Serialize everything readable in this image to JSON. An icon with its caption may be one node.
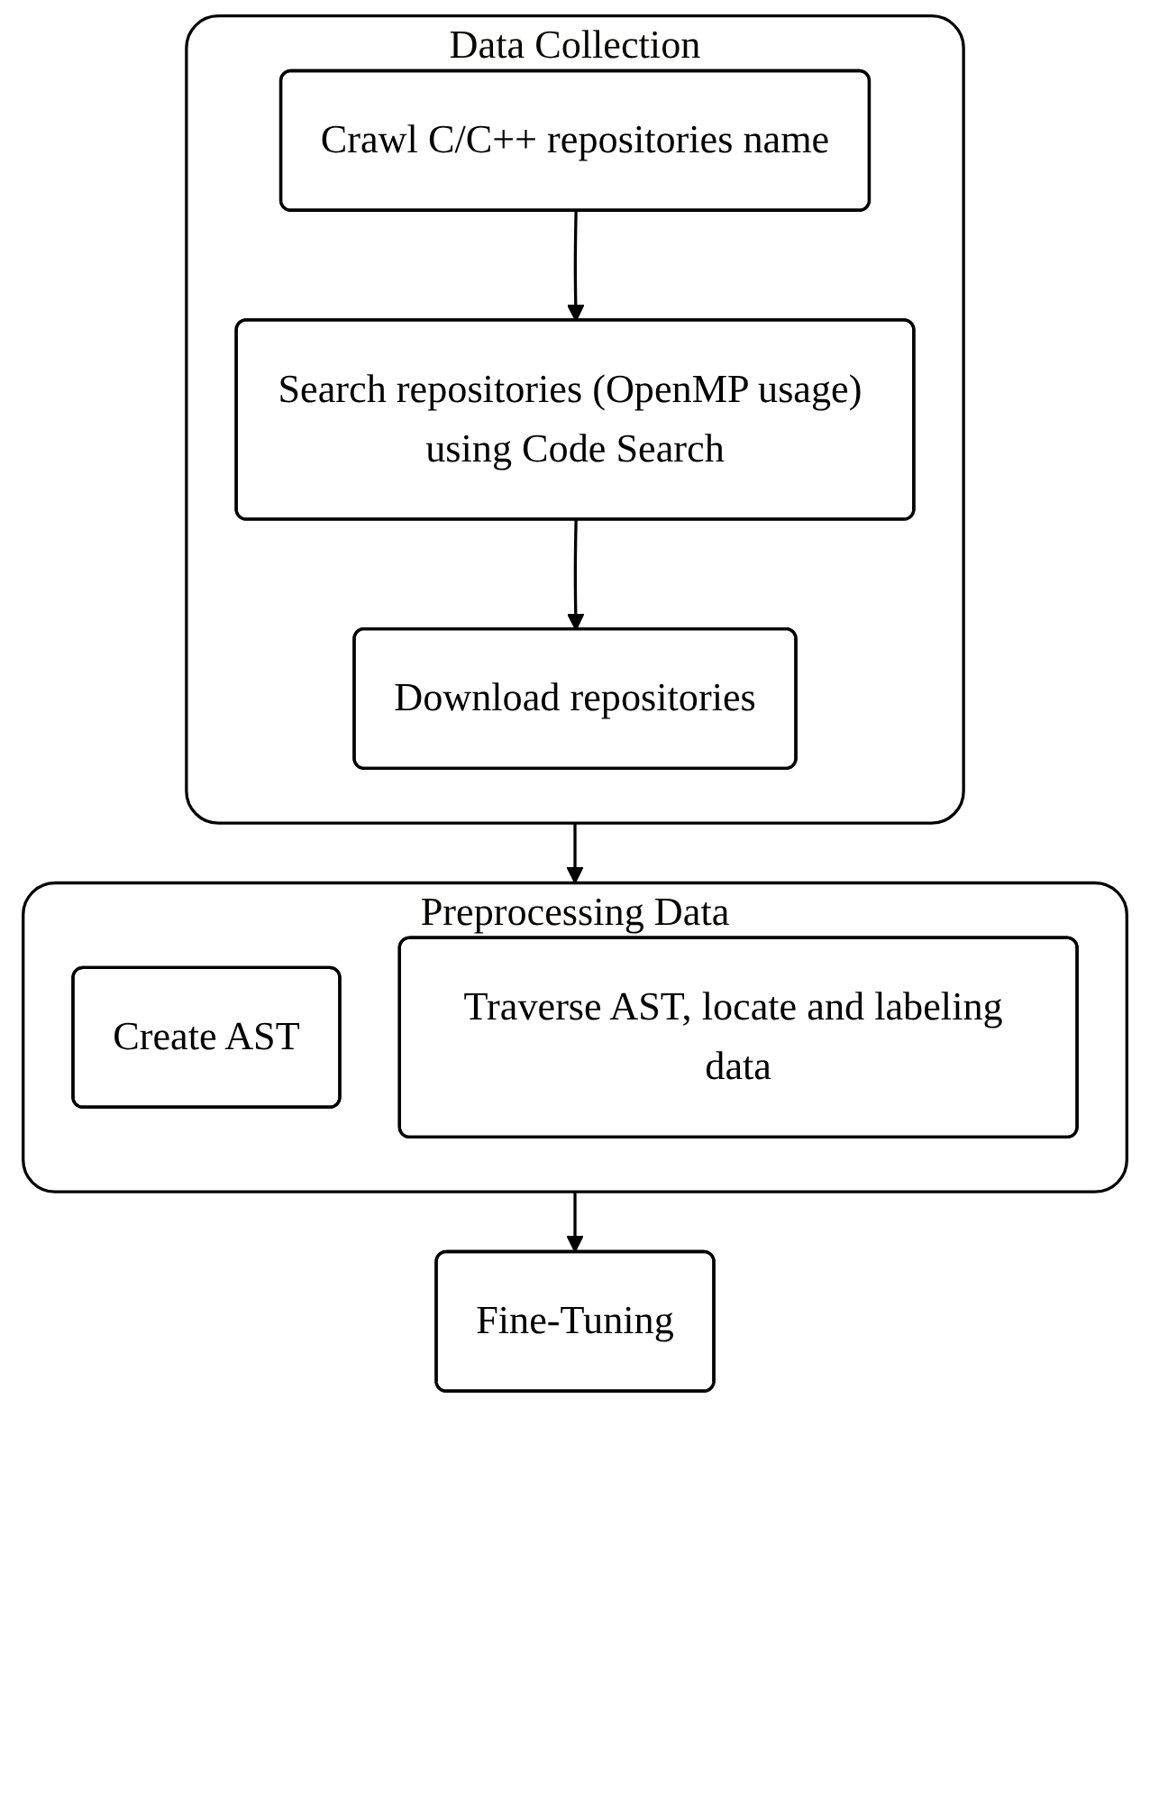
{
  "diagram": {
    "nodes": [
      {
        "text": [
          "Data Collection"
        ]
      },
      {
        "text": [
          "Crawl C/C++ repositories name"
        ],
        "in": 0
      },
      {
        "text": [
          "Search repositories (OpenMP usage) using Code Search"
        ],
        "in": 0
      },
      {
        "text": [
          "Download repositories"
        ],
        "in": 0
      },
      {
        "text": [
          "Preprocessing Data"
        ]
      },
      {
        "text": [
          "Create AST"
        ],
        "in": 4
      },
      {
        "text": [
          "Traverse AST, locate and labeling data"
        ],
        "in": 4
      },
      {
        "text": [
          "Fine-Tuning"
        ]
      }
    ],
    "edges": [
      {
        "from": 1,
        "to": 2,
        "arrow": "to"
      },
      {
        "from": 2,
        "to": 3,
        "arrow": "to"
      },
      {
        "from": 0,
        "to": 4,
        "arrow": "to"
      },
      {
        "from": 4,
        "to": 7,
        "arrow": "to"
      }
    ]
  }
}
